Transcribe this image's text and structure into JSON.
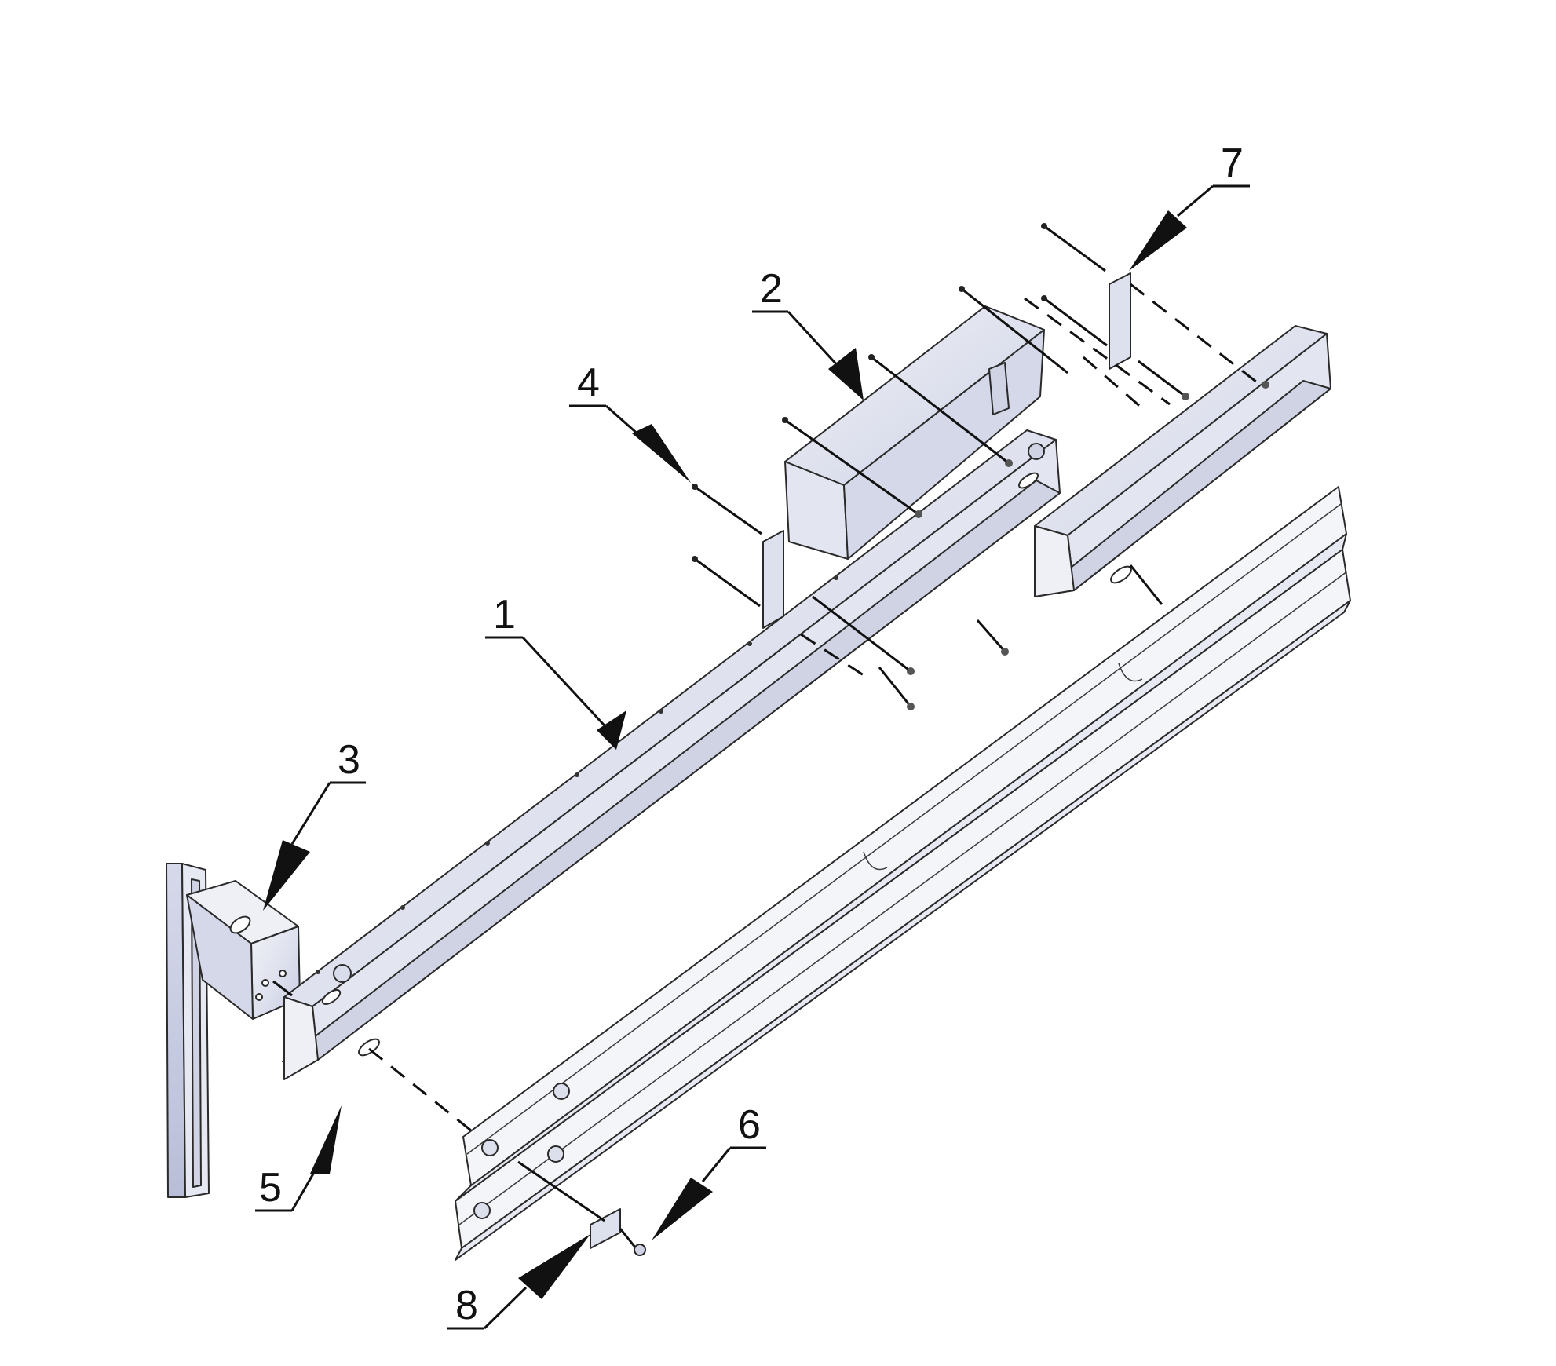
{
  "diagram": {
    "callouts": [
      {
        "id": "c1",
        "label": "1"
      },
      {
        "id": "c2",
        "label": "2"
      },
      {
        "id": "c3",
        "label": "3"
      },
      {
        "id": "c4",
        "label": "4"
      },
      {
        "id": "c5",
        "label": "5"
      },
      {
        "id": "c6",
        "label": "6"
      },
      {
        "id": "c7",
        "label": "7"
      },
      {
        "id": "c8",
        "label": "8"
      }
    ],
    "colors": {
      "steel_light": "#e9ebf3",
      "steel_mid": "#cfd3e4",
      "steel_shadow": "#b8bdd6",
      "outline": "#2a2a2a",
      "callout": "#111111"
    }
  }
}
